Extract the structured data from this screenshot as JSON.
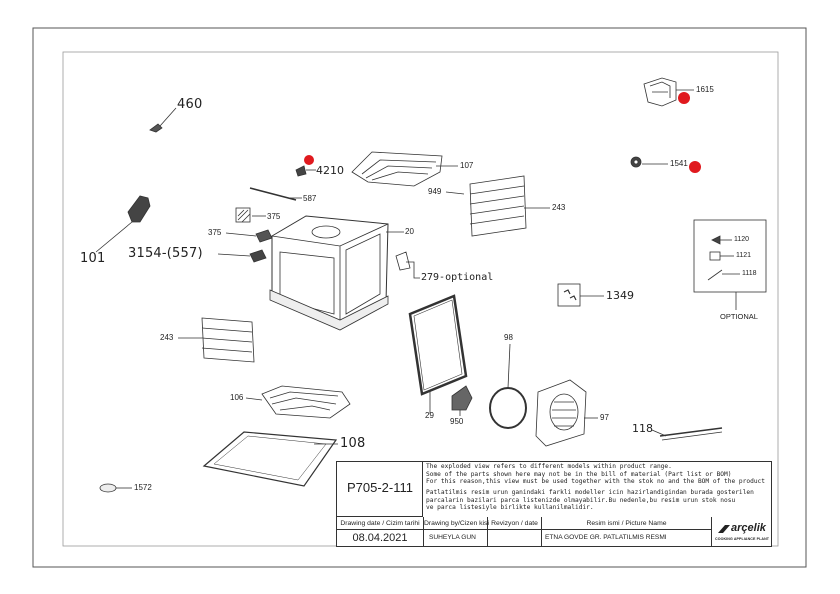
{
  "parts": {
    "p460": "460",
    "p101": "101",
    "p4210": "4210",
    "p107": "107",
    "p587": "587",
    "p375a": "375",
    "p375b": "375",
    "p3154": "3154-(557)",
    "p20": "20",
    "p279": "279-optional",
    "p949": "949",
    "p243a": "243",
    "p243b": "243",
    "p1615": "1615",
    "p1541": "1541",
    "p1349": "1349",
    "p1120": "1120",
    "p1121": "1121",
    "p1118": "1118",
    "optional": "OPTIONAL",
    "p98": "98",
    "p106": "106",
    "p108": "108",
    "p29": "29",
    "p950": "950",
    "p97": "97",
    "p118": "118",
    "p1572": "1572"
  },
  "title_block": {
    "drawing_no": "P705-2-111",
    "notes": [
      "The exploded view refers to different models within product range.",
      "Some of the parts shown here may not be in the bill of material (Part list or BOM)",
      "For this reason,this view must be used together with the stok no and the BOM of the product",
      "Patlatilmis resim urun ganindaki farkli modeller icin hazirlandigindan burada gosterilen",
      "parcalarin bazilari parca listenizde olmayabilir.Bu nedenle,bu resim urun stok nosu",
      "ve parca listesiyle birlikte kullanilmalidir."
    ],
    "headers": {
      "date": "Drawing date / Cizim tarihi",
      "by": "Drawing by/Cizen kisi",
      "rev": "Revizyon / date",
      "name": "Resim ismi / Picture Name"
    },
    "values": {
      "date": "08.04.2021",
      "by": "SUHEYLA GUN",
      "rev": "",
      "name": "ETNA GOVDE GR. PATLATILMIS RESMI"
    },
    "brand": {
      "name": "arçelik",
      "tagline": "COOKING APPLIANCE PLANT"
    }
  },
  "colors": {
    "marker_red": "#e0191e",
    "line": "#333333"
  }
}
